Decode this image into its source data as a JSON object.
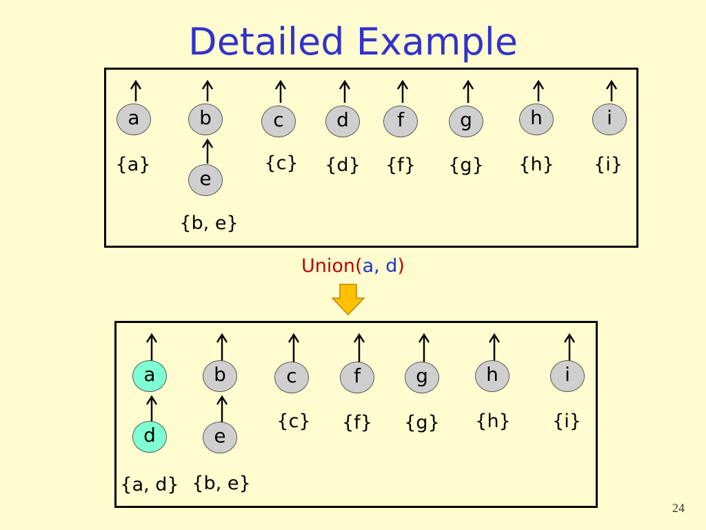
{
  "slide": {
    "title": "Detailed Example",
    "page_number": "24"
  },
  "colors": {
    "node_fill": "#cfcfcf",
    "highlight_fill": "#7fffd4",
    "title_color": "#3333cc",
    "operation_color": "#c00000",
    "argument_color": "#1f35c8",
    "arrow_fill": "#ffc000"
  },
  "before": {
    "nodes": [
      "a",
      "b",
      "e",
      "c",
      "d",
      "f",
      "g",
      "h",
      "i"
    ],
    "sets": [
      "{a}",
      "{b, e}",
      "{c}",
      "{d}",
      "{f}",
      "{g}",
      "{h}",
      "{i}"
    ]
  },
  "operation": {
    "name": "Union(",
    "arg1": "a",
    "sep": ", ",
    "arg2": "d",
    "close": ")"
  },
  "after": {
    "nodes": [
      "a",
      "d",
      "b",
      "e",
      "c",
      "f",
      "g",
      "h",
      "i"
    ],
    "sets": [
      "{a, d}",
      "{b, e}",
      "{c}",
      "{f}",
      "{g}",
      "{h}",
      "{i}"
    ]
  }
}
